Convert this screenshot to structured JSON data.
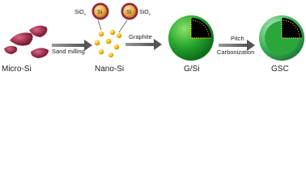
{
  "stages": {
    "micro_si": "Micro-Si",
    "nano_si": "Nano-Si",
    "g_si": "G/Si",
    "gsc": "GSC"
  },
  "steps": {
    "sand_milling": "Sand milling",
    "graphite": "Graphite",
    "pitch": "Pitch",
    "carbonization": "Carbonization"
  },
  "insets": {
    "left": {
      "shell": "SiO",
      "shell_sub": "x",
      "core": "Si"
    },
    "right": {
      "shell": "SiO",
      "shell_sub": "x",
      "core": "Si"
    }
  },
  "colors": {
    "micro_si": "#9a2d4a",
    "nano_si": "#f2c21d",
    "core_si": "#f0b24c",
    "shell_siox": "#8c2b42",
    "graphite": "#27a82f",
    "graphite_dark": "#0d6e18",
    "carbon_shell": "#3fb55a",
    "arrow": "#6b6b6b",
    "inner_void": "#000000"
  }
}
